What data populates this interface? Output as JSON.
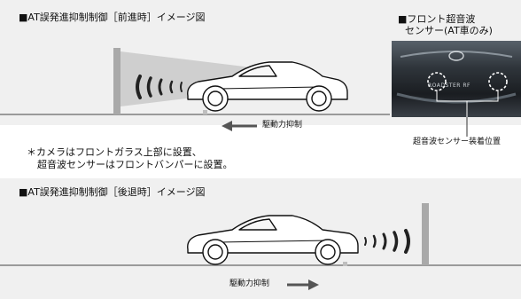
{
  "top_section": {
    "title": "■AT誤発進抑制制御［前進時］イメージ図",
    "arrow_label": "駆動力抑制"
  },
  "front_sensor": {
    "caption_line1": "■フロント超音波",
    "caption_line2": "センサー(AT車のみ)",
    "plate_text": "ROADSTER RF",
    "position_label": "超音波センサー装着位置"
  },
  "note": {
    "line1": "＊カメラはフロントガラス上部に設置、",
    "line2": "超音波センサーはフロントバンパーに設置。"
  },
  "bottom_section": {
    "title": "■AT誤発進抑制制御［後退時］イメージ図",
    "arrow_label": "駆動力抑制"
  },
  "colors": {
    "panel_bg": "#f0f0f0",
    "ground": "#9a9a9a",
    "wall": "#a8a8a8",
    "wave": "#2a2a2a",
    "sensor_dashed": "#ffffff"
  }
}
